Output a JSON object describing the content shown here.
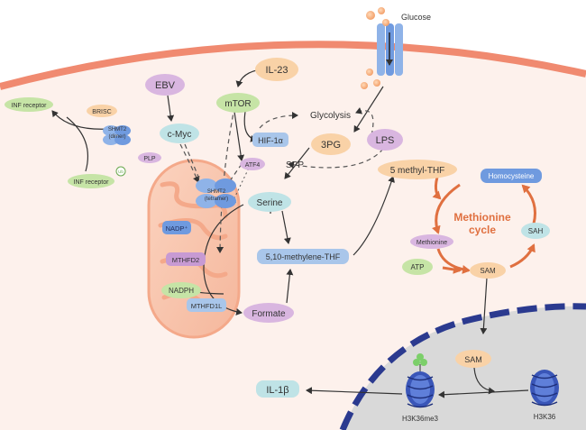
{
  "nodes": {
    "glucose": "Glucose",
    "il23": "IL-23",
    "ebv": "EBV",
    "mtor": "mTOR",
    "glycolysis": "Glycolysis",
    "lps": "LPS",
    "cmyc": "c-Myc",
    "hif1a": "HIF-1α",
    "pg3": "3PG",
    "spp": "SPP",
    "atf4": "ATF4",
    "brisc": "BRISC",
    "shmt2_dimer_1": "SHMT2",
    "shmt2_dimer_2": "(dimer)",
    "inf_receptor_top": "INF receptor",
    "inf_receptor_bottom": "INF receptor",
    "ub": "Ub",
    "plp": "PLP",
    "shmt2_tetramer_1": "SHMT2",
    "shmt2_tetramer_2": "(tetramer)",
    "serine": "Serine",
    "methyl_thf": "5 methyl-THF",
    "homocysteine": "Homocysteine",
    "nadp": "NADP⁺",
    "mthfd2": "MTHFD2",
    "nadph": "NADPH",
    "mthfd1l": "MTHFD1L",
    "formate": "Formate",
    "methylene_thf": "5,10-methylene-THF",
    "methionine": "Methionine",
    "sah": "SAH",
    "atp": "ATP",
    "sam_cycle": "SAM",
    "sam_nucleus": "SAM",
    "il1b": "IL-1β",
    "h3k36me3": "H3K36me3",
    "h3k36": "H3K36"
  },
  "cycle": {
    "line1": "Methionine",
    "line2": "cycle",
    "color": "#e07040"
  },
  "colors": {
    "orange_node": "#f9d2a7",
    "purple_node": "#d9b6e0",
    "blue_node": "#a9c6ea",
    "green_node": "#c6e4a6",
    "teal_node": "#bfe3e6",
    "cell_membrane": "#f08a70",
    "cytoplasm": "#fdf1ec",
    "nucleus": "#d6d6d6",
    "nuclear_envelope": "#2b3a8f"
  }
}
